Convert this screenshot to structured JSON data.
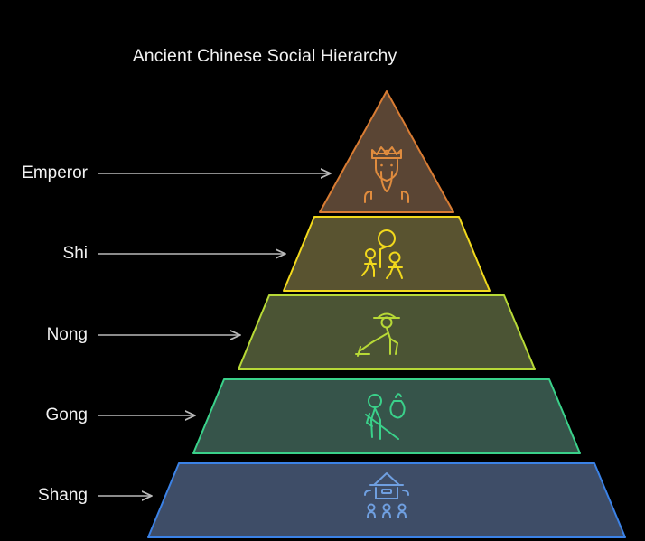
{
  "chart_data": {
    "type": "pyramid",
    "title": "Ancient Chinese Social Hierarchy",
    "orientation": "vertical-descending",
    "background": "#000000",
    "label_color": "#f2f2f2",
    "connector_color": "#b9b9b9",
    "levels": [
      {
        "rank": 1,
        "label": "Emperor",
        "shape": "triangle",
        "icon": "emperor-crown-icon",
        "stroke": "#d97c33",
        "fill": "#5a4534",
        "icon_color": "#e08c3e",
        "width_pct": 26
      },
      {
        "rank": 2,
        "label": "Shi",
        "shape": "trapezoid",
        "icon": "scholars-group-icon",
        "stroke": "#f2d91c",
        "fill": "#595330",
        "icon_color": "#f2d91c",
        "width_pct": 44
      },
      {
        "rank": 3,
        "label": "Nong",
        "shape": "trapezoid",
        "icon": "farmer-hoe-icon",
        "stroke": "#b7d936",
        "fill": "#4b5434",
        "icon_color": "#b7d936",
        "width_pct": 62
      },
      {
        "rank": 4,
        "label": "Gong",
        "shape": "trapezoid",
        "icon": "artisan-bundle-icon",
        "stroke": "#3ad18a",
        "fill": "#36544a",
        "icon_color": "#3ad18a",
        "width_pct": 80
      },
      {
        "rank": 5,
        "label": "Shang",
        "shape": "trapezoid",
        "icon": "merchant-shop-icon",
        "stroke": "#3b82e6",
        "fill": "#3e4d67",
        "icon_color": "#6f9fe0",
        "width_pct": 98
      }
    ]
  },
  "title": {
    "text": "Ancient Chinese Social Hierarchy"
  },
  "labels": {
    "l0": "Emperor",
    "l1": "Shi",
    "l2": "Nong",
    "l3": "Gong",
    "l4": "Shang"
  }
}
